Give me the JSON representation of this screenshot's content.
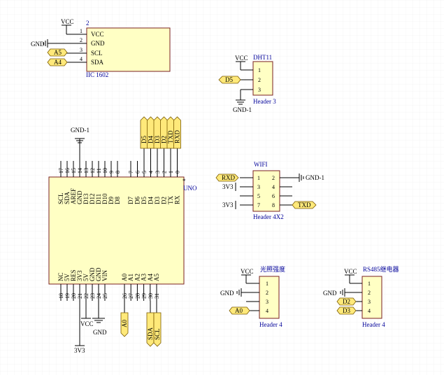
{
  "nets": {
    "vcc": "VCC",
    "gnd_1": "GND-1",
    "gnd": "GND",
    "v3": "3V3"
  },
  "iic1602": {
    "designator": "2",
    "part": "IIC 1602",
    "pins": [
      "VCC",
      "GND",
      "SCL",
      "SDA"
    ],
    "pin_numbers": [
      "1",
      "2",
      "3",
      "4"
    ],
    "gnd_net": "GND",
    "port_a5": "A5",
    "port_a4": "A4"
  },
  "dht11": {
    "title": "DHT11",
    "part": "Header 3",
    "pin_numbers": [
      "1",
      "2",
      "3"
    ],
    "port_d5": "D5"
  },
  "wifi": {
    "title": "WIFI",
    "part": "Header 4X2",
    "left_pins": [
      "1",
      "3",
      "5",
      "7"
    ],
    "right_pins": [
      "2",
      "4",
      "6",
      "8"
    ],
    "port_rxd": "RXD",
    "port_txd": "TXD",
    "net_3v3_a": "3V3",
    "net_3v3_b": "3V3",
    "gnd_net": "GND-1"
  },
  "light": {
    "title": "光照强度",
    "part": "Header 4",
    "pin_numbers": [
      "1",
      "2",
      "3",
      "4"
    ],
    "gnd_net": "GND",
    "port_a0": "A0"
  },
  "relay": {
    "title": "RS485继电器",
    "part": "Header 4",
    "pin_numbers": [
      "1",
      "2",
      "3",
      "4"
    ],
    "gnd_net": "GND",
    "port_d2": "D2",
    "port_d3": "D3"
  },
  "uno": {
    "designator": "UNO",
    "marker": "*",
    "top_left_numbers": [
      "17",
      "16",
      "15",
      "14",
      "13",
      "12",
      "11",
      "10",
      "9",
      "8"
    ],
    "top_left_labels": [
      "SCL",
      "SDA",
      "AREF",
      "GND",
      "D13",
      "D12",
      "D11",
      "D10",
      "D9",
      "D8"
    ],
    "top_right_numbers": [
      "7",
      "6",
      "5",
      "4",
      "3",
      "2",
      "1",
      "0"
    ],
    "top_right_labels": [
      "D7",
      "D6",
      "D5",
      "D4",
      "D3",
      "D2",
      "TX",
      "RX"
    ],
    "bottom_left_numbers": [
      "18",
      "19",
      "20",
      "21",
      "22",
      "23",
      "24",
      "25"
    ],
    "bottom_left_labels": [
      "NC",
      "5V",
      "RES",
      "3V3",
      "5V",
      "GND",
      "GND",
      "VIN"
    ],
    "bottom_right_numbers": [
      "26",
      "27",
      "28",
      "29",
      "30",
      "31"
    ],
    "bottom_right_labels": [
      "A0",
      "A1",
      "A2",
      "A3",
      "A4",
      "A5"
    ],
    "top_gnd_net": "GND-1",
    "top_ports": [
      "D5",
      "D4",
      "D3",
      "D2",
      "TXD",
      "RXD"
    ],
    "bottom_vcc": "VCC",
    "bottom_gnd": "GND",
    "bottom_3v3": "3V3",
    "port_a0": "A0",
    "port_sda": "SDA",
    "port_scl": "SCL"
  }
}
